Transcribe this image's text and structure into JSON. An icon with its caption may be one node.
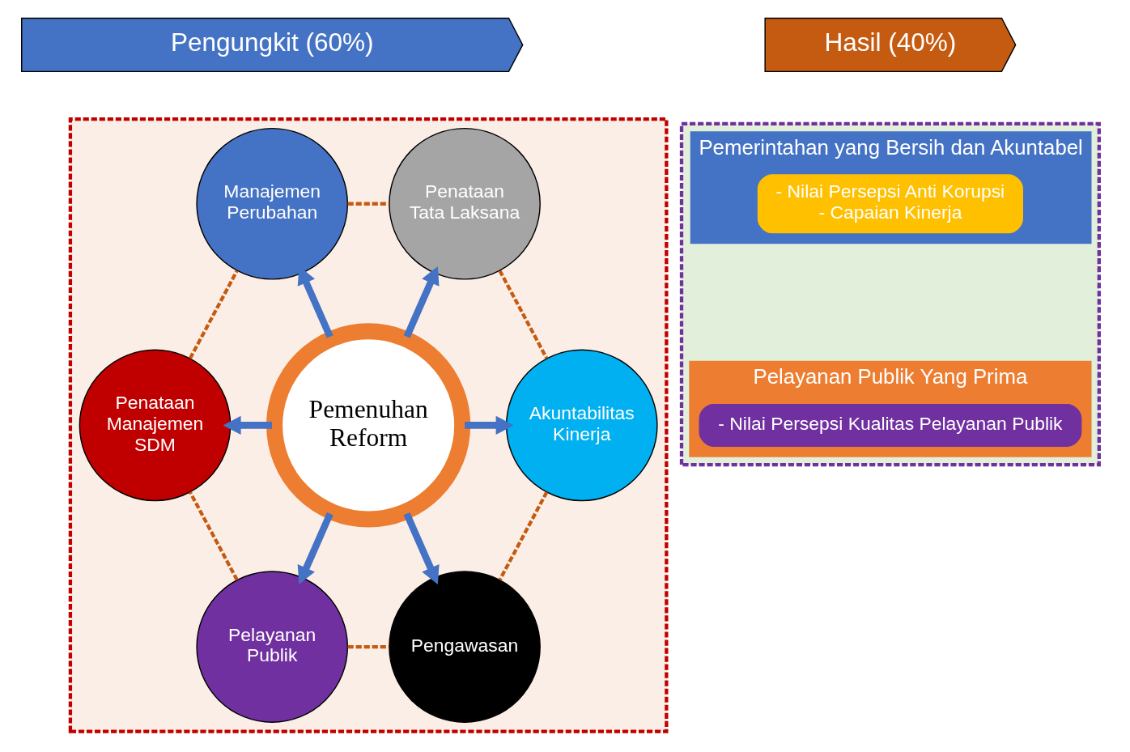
{
  "diagram": {
    "nodes": [
      {
        "text": [
          "Pengungkit (60%)"
        ]
      },
      {
        "text": [
          "Hasil (40%)"
        ]
      },
      {
        "text": [],
        "shape": "box"
      },
      {
        "text": [
          "Pemenuhan",
          "Reform"
        ],
        "in": 2
      },
      {
        "text": [
          "Manajemen Perubahan"
        ],
        "in": 2
      },
      {
        "text": [
          "Penataan Tata Laksana"
        ],
        "in": 2
      },
      {
        "text": [
          "Penataan Manajemen SDM"
        ],
        "in": 2
      },
      {
        "text": [
          "Akuntabilitas Kinerja"
        ],
        "in": 2
      },
      {
        "text": [
          "Pelayanan Publik"
        ],
        "in": 2
      },
      {
        "text": [
          "Pengawasan"
        ],
        "in": 2
      },
      {
        "text": [],
        "shape": "box"
      },
      {
        "text": [
          "Pemerintahan yang Bersih dan Akuntabel"
        ],
        "in": 10
      },
      {
        "text": [
          "- Nilai Persepsi Anti Korupsi",
          "- Capaian Kinerja"
        ],
        "in": 11
      },
      {
        "text": [
          "Pelayanan Publik Yang Prima"
        ],
        "in": 10
      },
      {
        "text": [
          "- Nilai Persepsi Kualitas Pelayanan Publik"
        ],
        "in": 13
      }
    ],
    "edges": [
      {
        "from": 3,
        "to": 4,
        "arrow": "to",
        "style": "thick"
      },
      {
        "from": 3,
        "to": 5,
        "arrow": "to",
        "style": "thick"
      },
      {
        "from": 3,
        "to": 6,
        "arrow": "to",
        "style": "thick"
      },
      {
        "from": 3,
        "to": 7,
        "arrow": "to",
        "style": "thick"
      },
      {
        "from": 3,
        "to": 8,
        "arrow": "to",
        "style": "thick"
      },
      {
        "from": 3,
        "to": 9,
        "arrow": "to",
        "style": "thick"
      },
      {
        "from": 4,
        "to": 5,
        "arrow": "none",
        "style": "dashed",
        "color": "#c55a11"
      },
      {
        "from": 5,
        "to": 7,
        "arrow": "none",
        "style": "dashed",
        "color": "#c55a11"
      },
      {
        "from": 7,
        "to": 9,
        "arrow": "none",
        "style": "dashed",
        "color": "#c55a11"
      },
      {
        "from": 9,
        "to": 8,
        "arrow": "none",
        "style": "dashed",
        "color": "#c55a11"
      },
      {
        "from": 8,
        "to": 6,
        "arrow": "none",
        "style": "dashed",
        "color": "#c55a11"
      },
      {
        "from": 6,
        "to": 4,
        "arrow": "none",
        "style": "dashed",
        "color": "#c55a11"
      }
    ]
  }
}
